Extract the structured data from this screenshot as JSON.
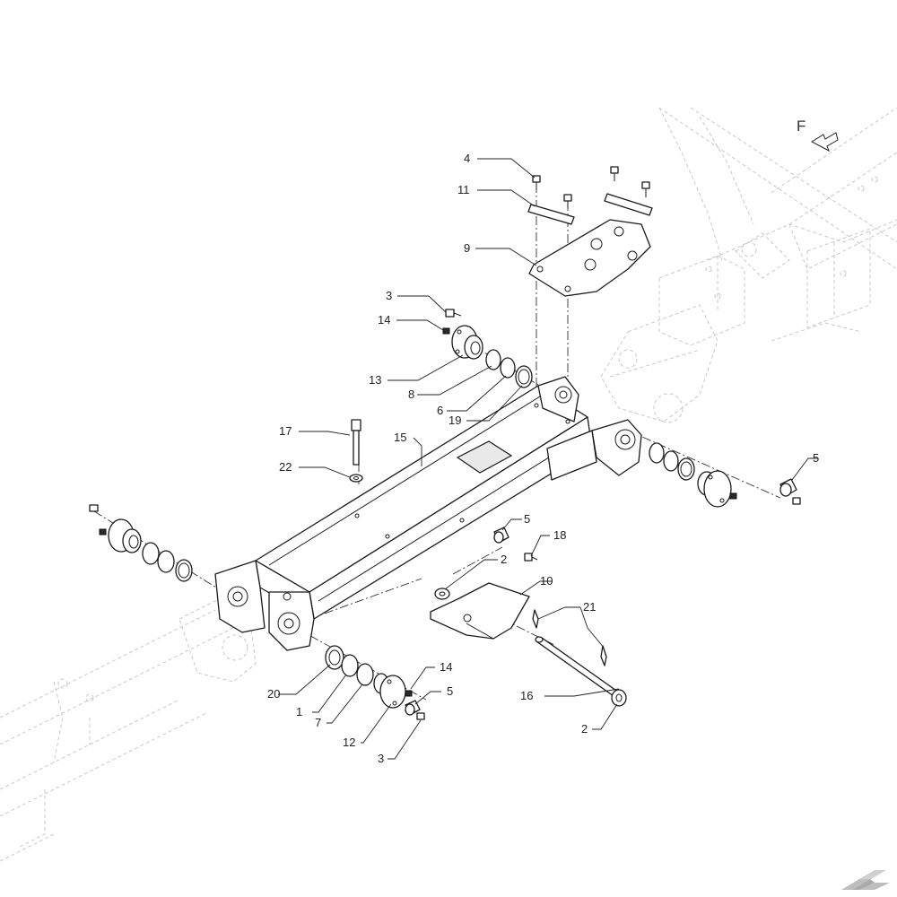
{
  "diagram": {
    "type": "exploded-parts-diagram",
    "direction_marker": "F",
    "callouts": [
      {
        "id": "c4",
        "label": "4"
      },
      {
        "id": "c11",
        "label": "11"
      },
      {
        "id": "c9",
        "label": "9"
      },
      {
        "id": "c3a",
        "label": "3"
      },
      {
        "id": "c14a",
        "label": "14"
      },
      {
        "id": "c13",
        "label": "13"
      },
      {
        "id": "c8",
        "label": "8"
      },
      {
        "id": "c6",
        "label": "6"
      },
      {
        "id": "c19",
        "label": "19"
      },
      {
        "id": "c17",
        "label": "17"
      },
      {
        "id": "c15",
        "label": "15"
      },
      {
        "id": "c22",
        "label": "22"
      },
      {
        "id": "c5a",
        "label": "5"
      },
      {
        "id": "c5b",
        "label": "5"
      },
      {
        "id": "c18",
        "label": "18"
      },
      {
        "id": "c2a",
        "label": "2"
      },
      {
        "id": "c10",
        "label": "10"
      },
      {
        "id": "c21",
        "label": "21"
      },
      {
        "id": "c14b",
        "label": "14"
      },
      {
        "id": "c5c",
        "label": "5"
      },
      {
        "id": "c16",
        "label": "16"
      },
      {
        "id": "c20",
        "label": "20"
      },
      {
        "id": "c1",
        "label": "1"
      },
      {
        "id": "c7",
        "label": "7"
      },
      {
        "id": "c12",
        "label": "12"
      },
      {
        "id": "c3b",
        "label": "3"
      },
      {
        "id": "c2b",
        "label": "2"
      }
    ]
  },
  "logo": {
    "name": "brand-logo-k"
  }
}
